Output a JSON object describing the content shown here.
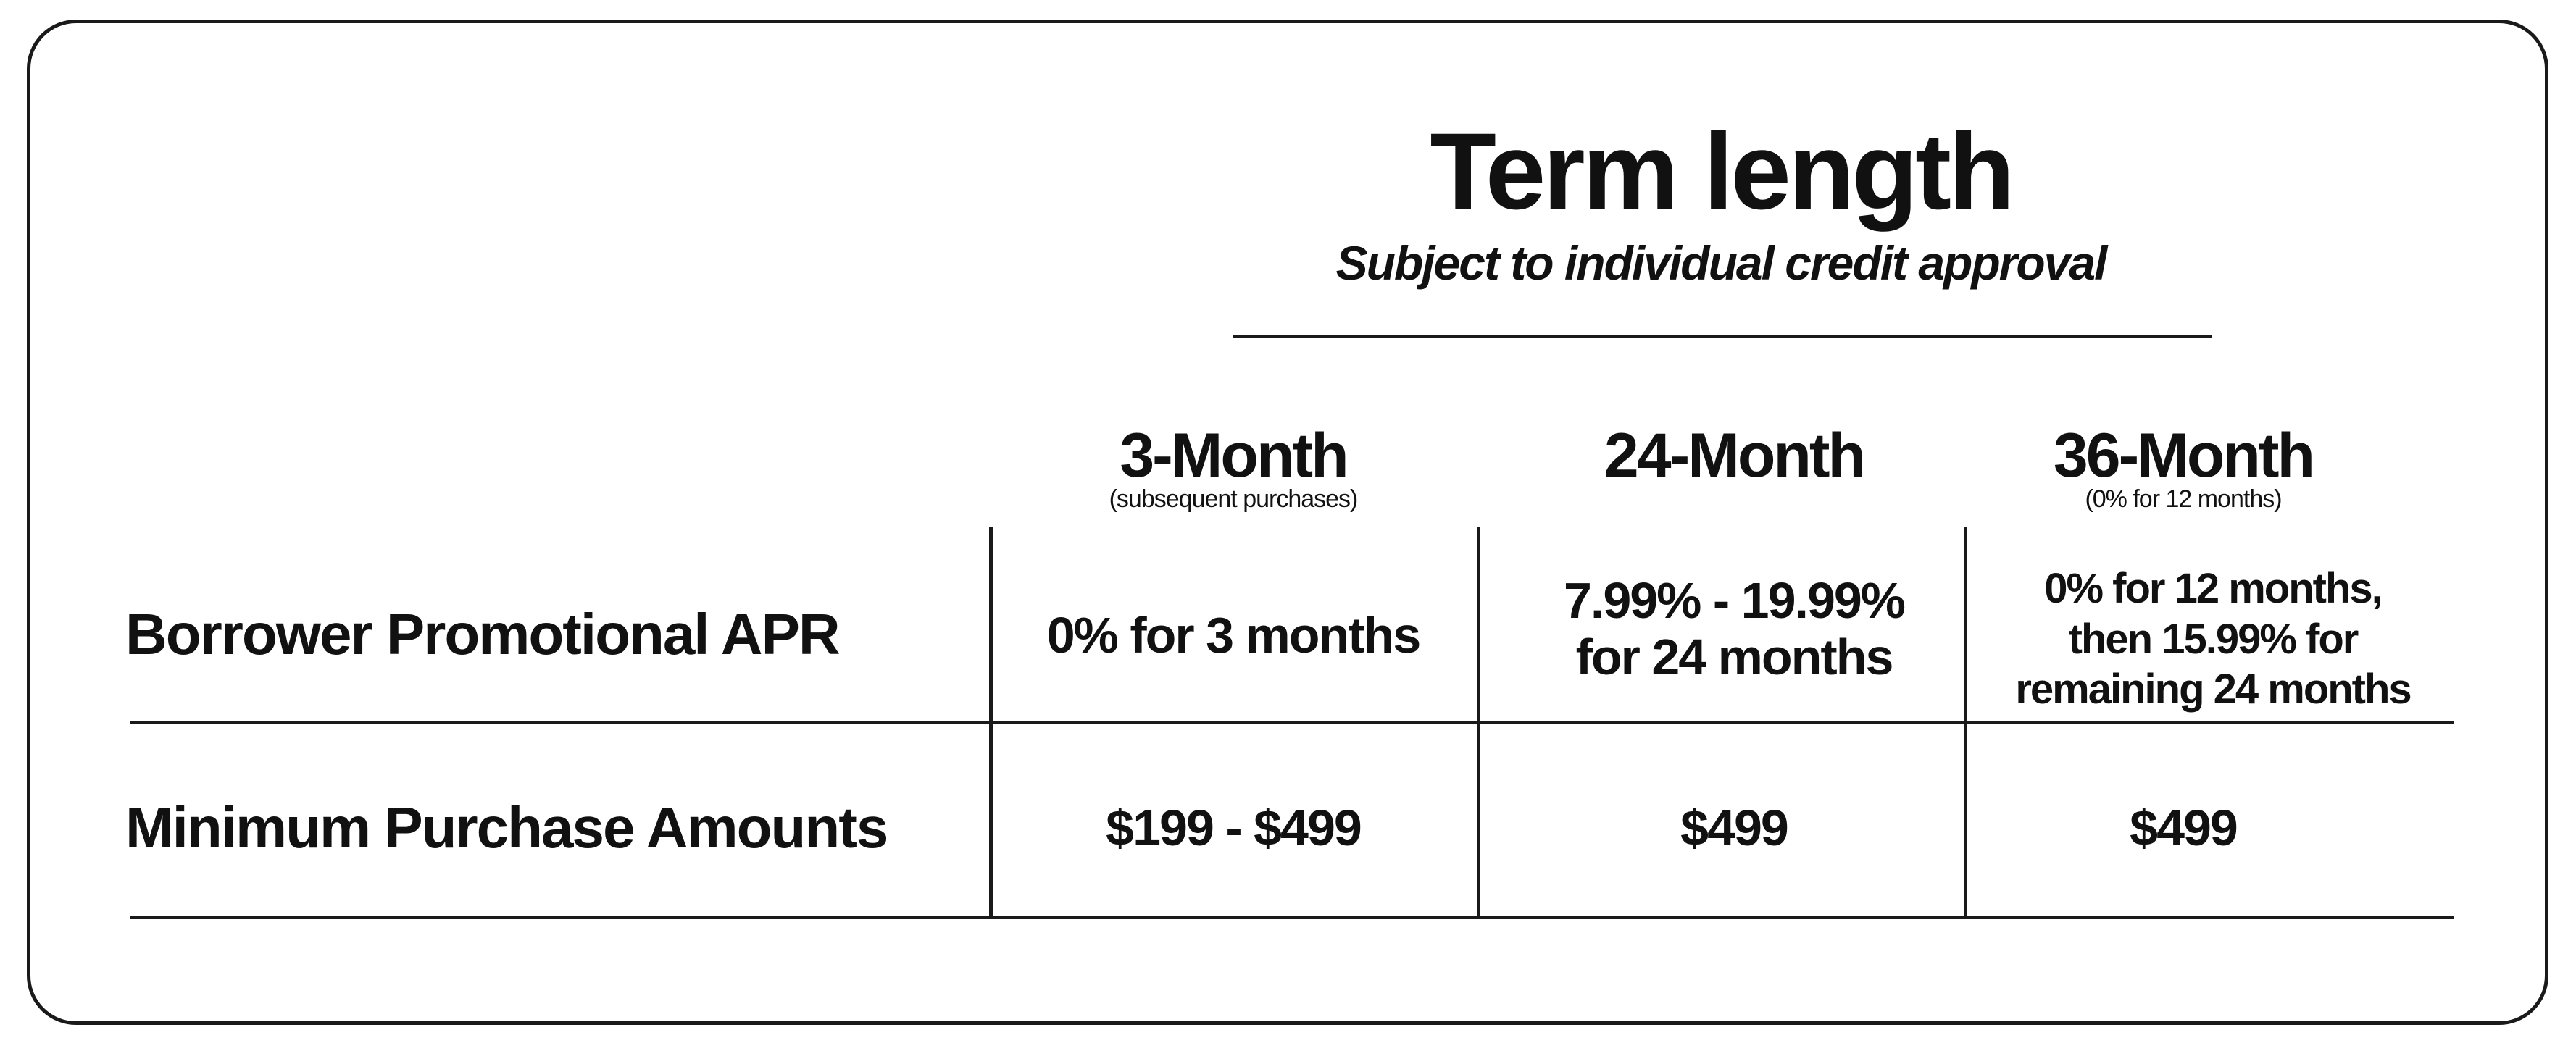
{
  "header": {
    "title": "Term length",
    "subtitle": "Subject to individual credit approval"
  },
  "columns": [
    {
      "label": "3-Month",
      "note": "(subsequent purchases)"
    },
    {
      "label": "24-Month",
      "note": ""
    },
    {
      "label": "36-Month",
      "note": "(0% for 12 months)"
    }
  ],
  "rows": [
    {
      "label": "Borrower Promotional APR",
      "cells": [
        [
          "0% for 3 months"
        ],
        [
          "7.99% - 19.99%",
          "for 24 months"
        ],
        [
          "0% for 12 months,",
          "then 15.99% for",
          "remaining 24 months"
        ]
      ]
    },
    {
      "label": "Minimum Purchase Amounts",
      "cells": [
        [
          "$199 - $499"
        ],
        [
          "$499"
        ],
        [
          "$499"
        ]
      ]
    }
  ]
}
